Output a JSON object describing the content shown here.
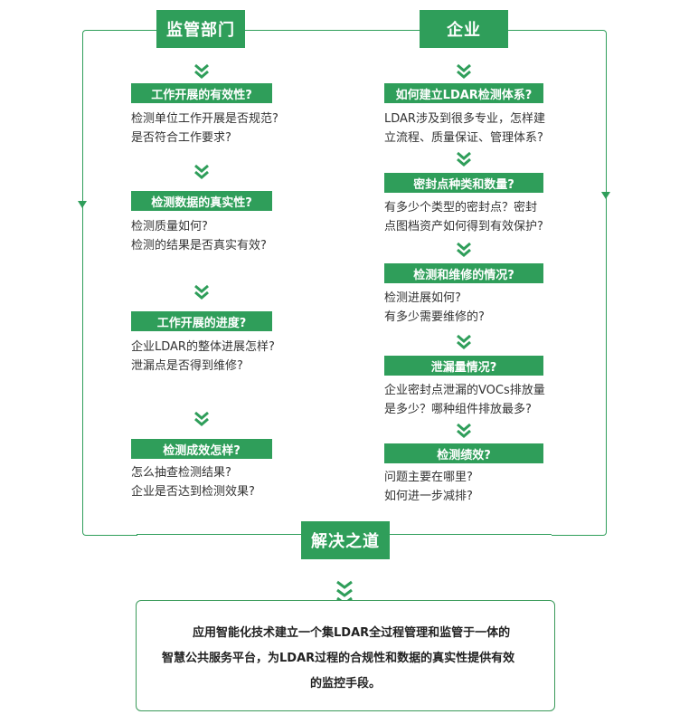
{
  "headers": {
    "left": "监管部门",
    "right": "企业",
    "bottom": "解决之道"
  },
  "left_column": [
    {
      "label": "工作开展的有效性?",
      "lines": [
        "检测单位工作开展是否规范?",
        "是否符合工作要求?"
      ]
    },
    {
      "label": "检测数据的真实性?",
      "lines": [
        "检测质量如何?",
        "检测的结果是否真实有效?"
      ]
    },
    {
      "label": "工作开展的进度?",
      "lines": [
        "企业LDAR的整体进展怎样?",
        "泄漏点是否得到维修?"
      ]
    },
    {
      "label": "检测成效怎样?",
      "lines": [
        "怎么抽查检测结果?",
        "企业是否达到检测效果?"
      ]
    }
  ],
  "right_column": [
    {
      "label": "如何建立LDAR检测体系?",
      "lines": [
        "LDAR涉及到很多专业，怎样建",
        "立流程、质量保证、管理体系?"
      ]
    },
    {
      "label": "密封点种类和数量?",
      "lines": [
        "有多少个类型的密封点？密封",
        "点图档资产如何得到有效保护?"
      ]
    },
    {
      "label": "检测和维修的情况?",
      "lines": [
        "检测进展如何?",
        "有多少需要维修的?"
      ]
    },
    {
      "label": "泄漏量情况?",
      "lines": [
        "企业密封点泄漏的VOCs排放量",
        "是多少？哪种组件排放最多?"
      ]
    },
    {
      "label": "检测绩效?",
      "lines": [
        "问题主要在哪里?",
        "如何进一步减排?"
      ]
    }
  ],
  "solution": {
    "lines": [
      "应用智能化技术建立一个集LDAR全过程管理和监管于一体的",
      "智慧公共服务平台，为LDAR过程的合规性和数据的真实性提供有效",
      "的监控手段。"
    ]
  },
  "colors": {
    "accent": "#2f9e5a",
    "text": "#333333"
  },
  "icons": {
    "chevron": "double-chevron-down-icon"
  }
}
